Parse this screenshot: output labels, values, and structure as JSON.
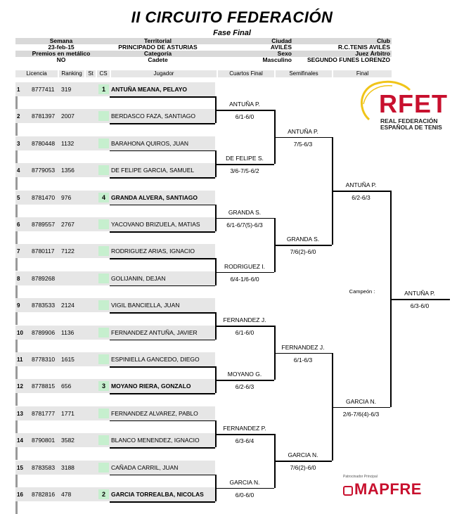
{
  "title": "II CIRCUITO FEDERACIÓN",
  "subtitle": "Fase Final",
  "info": {
    "headers1": [
      "Semana",
      "Territorial",
      "Ciudad",
      "Club"
    ],
    "values1": [
      "23-feb-15",
      "PRINCIPADO DE ASTURIAS",
      "AVILÉS",
      "R.C.TENIS AVILÉS"
    ],
    "headers2": [
      "Premios en metálico",
      "Categoría",
      "Sexo",
      "Juez Árbitro"
    ],
    "values2": [
      "NO",
      "Cadete",
      "Masculino",
      "SEGUNDO FUNES LORENZO"
    ]
  },
  "columns": {
    "licencia": "Licencia",
    "ranking": "Ranking",
    "st": "St",
    "cs": "CS",
    "jugador": "Jugador",
    "cuartos": "Cuartos Final",
    "semis": "Semifinales",
    "final": "Final"
  },
  "players": [
    {
      "num": "1",
      "licencia": "8777411",
      "ranking": "319",
      "cs": "1",
      "name": "ANTUÑA MEANA, PELAYO"
    },
    {
      "num": "2",
      "licencia": "8781397",
      "ranking": "2007",
      "cs": "",
      "name": "BERDASCO FAZA, SANTIAGO"
    },
    {
      "num": "3",
      "licencia": "8780448",
      "ranking": "1132",
      "cs": "",
      "name": "BARAHONA QUIROS, JUAN"
    },
    {
      "num": "4",
      "licencia": "8779053",
      "ranking": "1356",
      "cs": "",
      "name": "DE FELIPE GARCIA, SAMUEL"
    },
    {
      "num": "5",
      "licencia": "8781470",
      "ranking": "976",
      "cs": "4",
      "name": "GRANDA ALVERA, SANTIAGO"
    },
    {
      "num": "6",
      "licencia": "8789557",
      "ranking": "2767",
      "cs": "",
      "name": "YACOVANO BRIZUELA, MATIAS"
    },
    {
      "num": "7",
      "licencia": "8780117",
      "ranking": "7122",
      "cs": "",
      "name": "RODRIGUEZ ARIAS, IGNACIO"
    },
    {
      "num": "8",
      "licencia": "8789268",
      "ranking": "",
      "cs": "",
      "name": "GOLIJANIN, DEJAN"
    },
    {
      "num": "9",
      "licencia": "8783533",
      "ranking": "2124",
      "cs": "",
      "name": "VIGIL BANCIELLA, JUAN"
    },
    {
      "num": "10",
      "licencia": "8789906",
      "ranking": "1136",
      "cs": "",
      "name": "FERNANDEZ ANTUÑA, JAVIER"
    },
    {
      "num": "11",
      "licencia": "8778310",
      "ranking": "1615",
      "cs": "",
      "name": "ESPINIELLA GANCEDO, DIEGO"
    },
    {
      "num": "12",
      "licencia": "8778815",
      "ranking": "656",
      "cs": "3",
      "name": "MOYANO RIERA, GONZALO"
    },
    {
      "num": "13",
      "licencia": "8781777",
      "ranking": "1771",
      "cs": "",
      "name": "FERNANDEZ ALVAREZ, PABLO"
    },
    {
      "num": "14",
      "licencia": "8790801",
      "ranking": "3582",
      "cs": "",
      "name": "BLANCO MENENDEZ, IGNACIO"
    },
    {
      "num": "15",
      "licencia": "8783583",
      "ranking": "3188",
      "cs": "",
      "name": "CAÑADA CARRIL, JUAN"
    },
    {
      "num": "16",
      "licencia": "8782816",
      "ranking": "478",
      "cs": "2",
      "name": "GARCIA TORREALBA, NICOLAS"
    }
  ],
  "r16": [
    {
      "winner": "ANTUÑA P.",
      "score": "6/1-6/0"
    },
    {
      "winner": "DE FELIPE S.",
      "score": "3/6-7/5-6/2"
    },
    {
      "winner": "GRANDA S.",
      "score": "6/1-6/7(5)-6/3"
    },
    {
      "winner": "RODRIGUEZ I.",
      "score": "6/4-1/6-6/0"
    },
    {
      "winner": "FERNANDEZ J.",
      "score": "6/1-6/0"
    },
    {
      "winner": "MOYANO G.",
      "score": "6/2-6/3"
    },
    {
      "winner": "FERNANDEZ P.",
      "score": "6/3-6/4"
    },
    {
      "winner": "GARCIA N.",
      "score": "6/0-6/0"
    }
  ],
  "qf": [
    {
      "winner": "ANTUÑA P.",
      "score": "7/5-6/3"
    },
    {
      "winner": "GRANDA S.",
      "score": "7/6(2)-6/0"
    },
    {
      "winner": "FERNANDEZ J.",
      "score": "6/1-6/3"
    },
    {
      "winner": "GARCIA N.",
      "score": "7/6(2)-6/0"
    }
  ],
  "sf": [
    {
      "winner": "ANTUÑA P.",
      "score": "6/2-6/3"
    },
    {
      "winner": "GARCIA N.",
      "score": "2/6-7/6(4)-6/3"
    }
  ],
  "final": {
    "label": "Campeón :",
    "winner": "ANTUÑA P.",
    "score": "6/3-6/0"
  },
  "sponsor": {
    "caption": "Patrocinador Principal",
    "name": "MAPFRE"
  },
  "rfet": {
    "acronym": "RFET",
    "line1": "REAL FEDERACIÓN",
    "line2": "ESPAÑOLA DE TENIS"
  },
  "colors": {
    "rfet_red": "#c8102e",
    "cs_green": "#c6efce",
    "band_gray": "#e6e6e6"
  }
}
